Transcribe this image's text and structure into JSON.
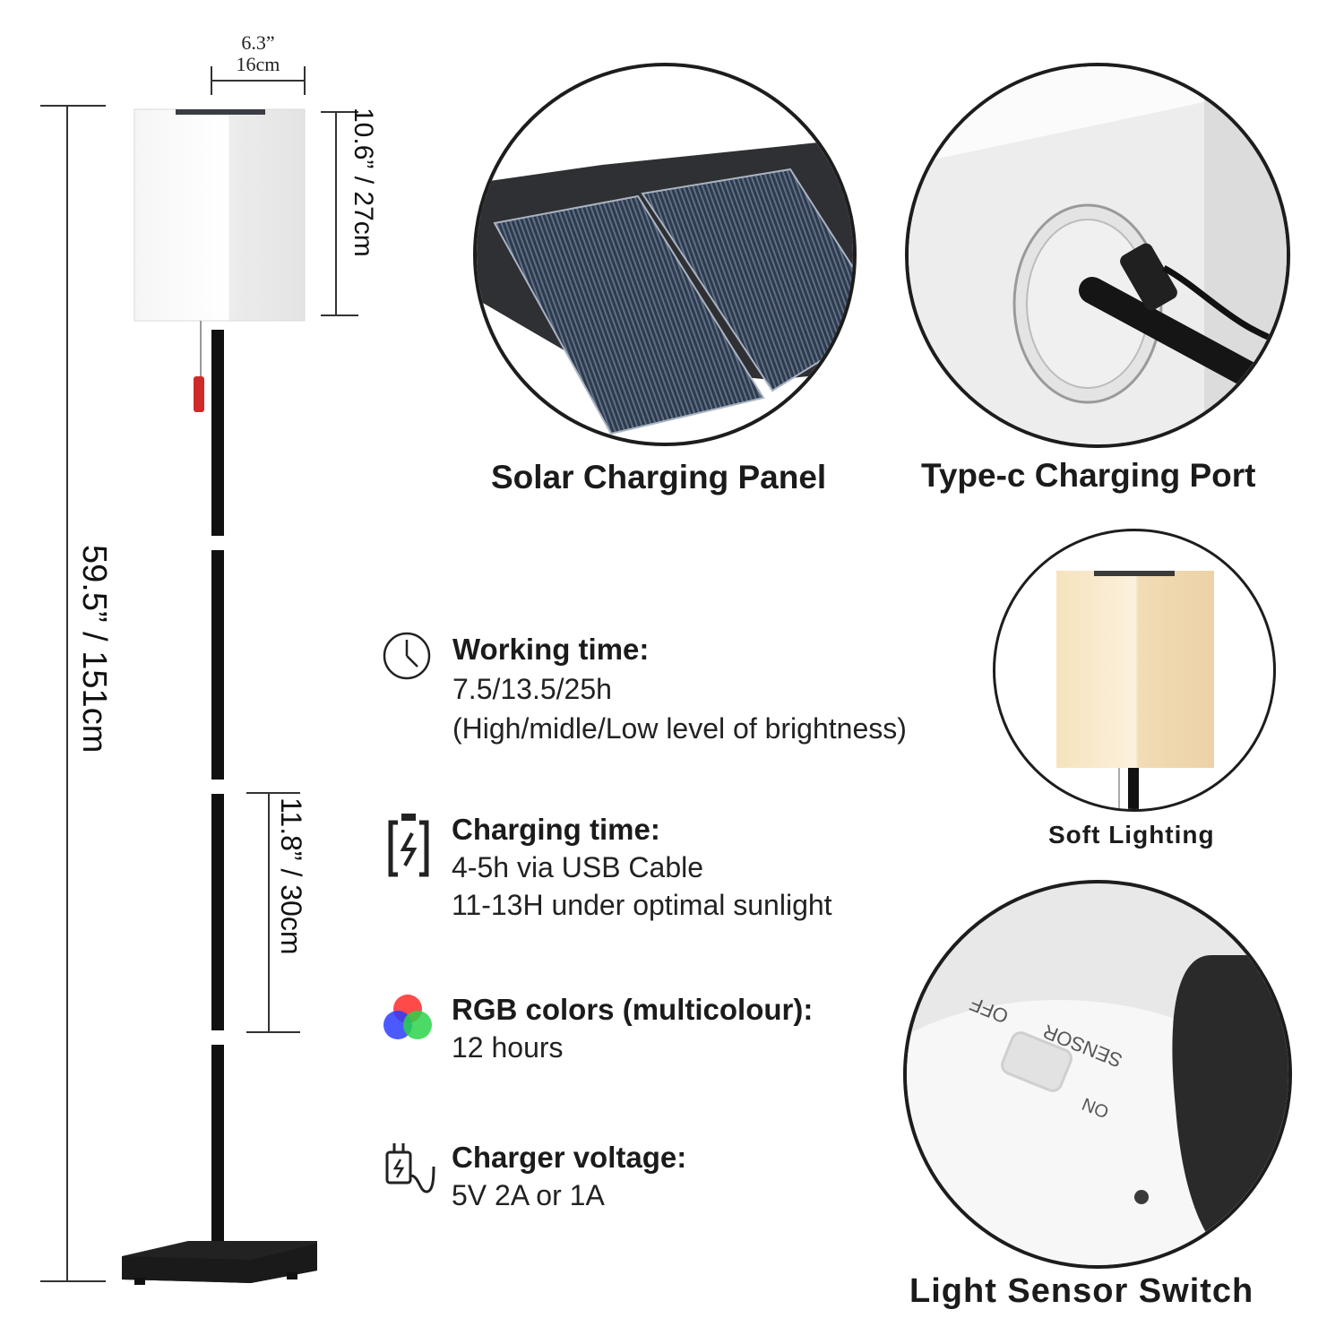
{
  "dimensions": {
    "width_in": "6.3”",
    "width_cm": "16cm",
    "shade_height": "10.6”  / 27cm",
    "total_height": "59.5”  / 151cm",
    "section_height": "11.8”  / 30cm"
  },
  "features": {
    "solar": "Solar Charging Panel",
    "typec": "Type-c Charging Port",
    "soft": "Soft Lighting",
    "sensor": "Light Sensor Switch"
  },
  "sensor_switch": {
    "off": "OFF",
    "sensor": "SENSOR",
    "on": "ON"
  },
  "specs": [
    {
      "icon": "clock-icon",
      "title": "Working time:",
      "lines": [
        "7.5/13.5/25h",
        "(High/midle/Low level of brightness)"
      ]
    },
    {
      "icon": "battery-charging-icon",
      "title": "Charging time:",
      "lines": [
        "4-5h via USB Cable",
        "11-13H under optimal sunlight"
      ]
    },
    {
      "icon": "rgb-color-icon",
      "title": "RGB colors (multicolour):",
      "lines": [
        "12 hours"
      ]
    },
    {
      "icon": "usb-charger-icon",
      "title": "Charger voltage:",
      "lines": [
        "5V 2A or 1A"
      ]
    }
  ]
}
